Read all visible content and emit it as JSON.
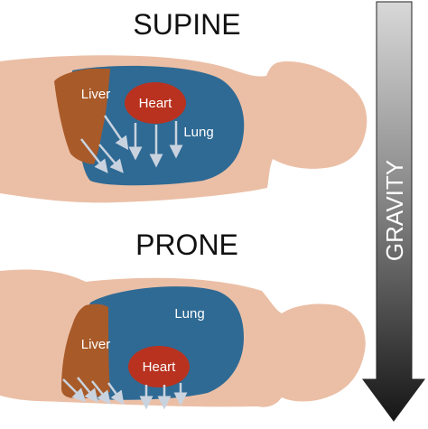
{
  "title_top": "SUPINE",
  "title_bottom": "PRONE",
  "gravity_label": "GRAVITY",
  "labels": {
    "supine": {
      "liver": "Liver",
      "heart": "Heart",
      "lung": "Lung"
    },
    "prone": {
      "liver": "Liver",
      "heart": "Heart",
      "lung": "Lung"
    }
  },
  "colors": {
    "skin": "#ebbfa6",
    "lung": "#2f6a94",
    "liver": "#a85a29",
    "heart": "#b8321f",
    "arrow": "#c9d3df",
    "gravity_arrow": "#2e2e2e",
    "text_dark": "#111111",
    "text_light": "#ffffff"
  }
}
